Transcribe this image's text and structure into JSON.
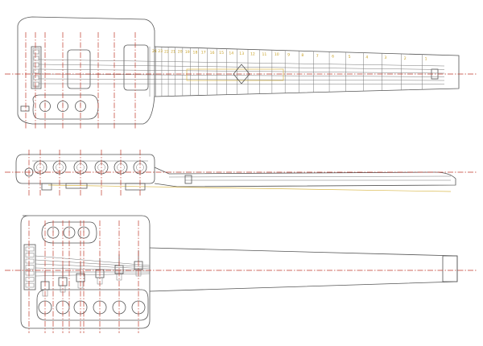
{
  "diagram": {
    "fret_numbers": [
      "24",
      "23",
      "22",
      "21",
      "20",
      "19",
      "18",
      "17",
      "16",
      "15",
      "14",
      "13",
      "12",
      "11",
      "10",
      "9",
      "8",
      "7",
      "6",
      "5",
      "4",
      "3",
      "2",
      "1"
    ],
    "colors": {
      "outline": "#555555",
      "centerline": "#c0392b",
      "inlay": "#d9b84a"
    }
  }
}
